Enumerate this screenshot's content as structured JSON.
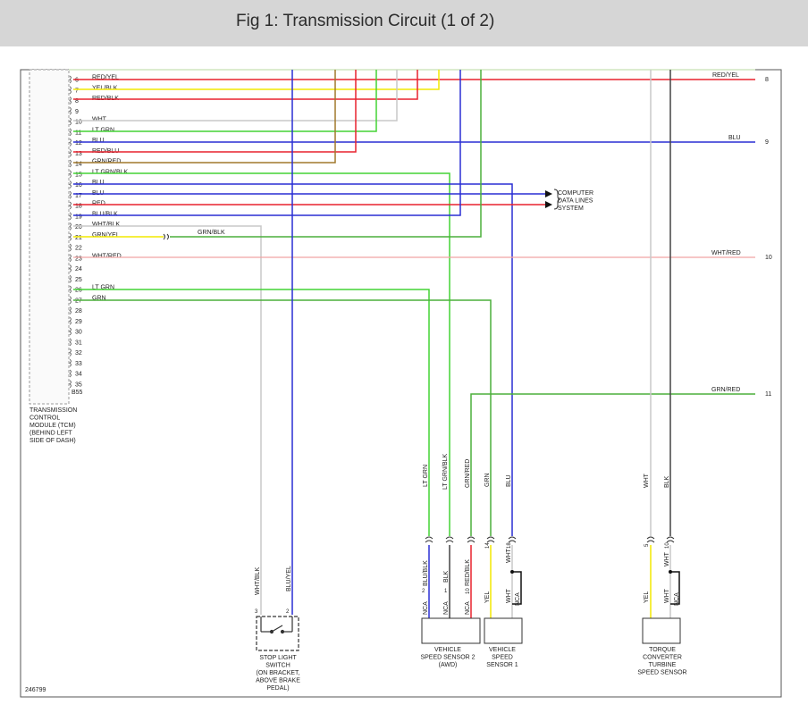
{
  "title": "Fig 1: Transmission Circuit (1 of 2)",
  "figure_id": "246799",
  "colors": {
    "RED": "#e8222e",
    "YEL": "#f2e800",
    "BLK": "#444444",
    "WHT": "#c8c8c8",
    "LT GRN": "#44d435",
    "GRN": "#4caf3b",
    "BLU": "#2a2fd4",
    "WHT/RED": "#f0a4a4"
  },
  "tcm": {
    "label_lines": [
      "TRANSMISSION",
      "CONTROL",
      "MODULE (TCM)",
      "(BEHIND LEFT",
      "SIDE OF DASH)"
    ],
    "last_pin": "B55"
  },
  "tcm_pins": [
    {
      "pin": "6",
      "wire": "RED/YEL",
      "color": "RED"
    },
    {
      "pin": "7",
      "wire": "YEL/BLK",
      "color": "YEL"
    },
    {
      "pin": "8",
      "wire": "RED/BLK",
      "color": "RED"
    },
    {
      "pin": "9",
      "wire": "",
      "color": ""
    },
    {
      "pin": "10",
      "wire": "WHT",
      "color": "WHT"
    },
    {
      "pin": "11",
      "wire": "LT GRN",
      "color": "LT GRN"
    },
    {
      "pin": "12",
      "wire": "BLU",
      "color": "BLU"
    },
    {
      "pin": "13",
      "wire": "RED/BLU",
      "color": "RED"
    },
    {
      "pin": "14",
      "wire": "GRN/RED",
      "color": "GRN"
    },
    {
      "pin": "15",
      "wire": "LT GRN/BLK",
      "color": "LT GRN"
    },
    {
      "pin": "16",
      "wire": "BLU",
      "color": "BLU"
    },
    {
      "pin": "17",
      "wire": "BLU",
      "color": "BLU"
    },
    {
      "pin": "18",
      "wire": "RED",
      "color": "RED"
    },
    {
      "pin": "19",
      "wire": "BLU/BLK",
      "color": "BLU"
    },
    {
      "pin": "20",
      "wire": "WHT/BLK",
      "color": "WHT"
    },
    {
      "pin": "21",
      "wire": "GRN/YEL",
      "color": "YEL"
    },
    {
      "pin": "22",
      "wire": "",
      "color": ""
    },
    {
      "pin": "23",
      "wire": "WHT/RED",
      "color": "WHT/RED"
    },
    {
      "pin": "24",
      "wire": "",
      "color": ""
    },
    {
      "pin": "25",
      "wire": "",
      "color": ""
    },
    {
      "pin": "26",
      "wire": "LT GRN",
      "color": "LT GRN"
    },
    {
      "pin": "27",
      "wire": "GRN",
      "color": "GRN"
    },
    {
      "pin": "28",
      "wire": "",
      "color": ""
    },
    {
      "pin": "29",
      "wire": "",
      "color": ""
    },
    {
      "pin": "30",
      "wire": "",
      "color": ""
    },
    {
      "pin": "31",
      "wire": "",
      "color": ""
    },
    {
      "pin": "32",
      "wire": "",
      "color": ""
    },
    {
      "pin": "33",
      "wire": "",
      "color": ""
    },
    {
      "pin": "34",
      "wire": "",
      "color": ""
    },
    {
      "pin": "35",
      "wire": "",
      "color": ""
    }
  ],
  "right_edge": [
    {
      "wire": "RED/YEL",
      "ref": "8"
    },
    {
      "wire": "BLU",
      "ref": "9"
    },
    {
      "wire": "WHT/RED",
      "ref": "10"
    },
    {
      "wire": "GRN/RED",
      "ref": "11"
    }
  ],
  "computer_data_lines": [
    "COMPUTER",
    "DATA LINES",
    "SYSTEM"
  ],
  "splice_wire": "GRN/BLK",
  "vertical_labels": {
    "stop_light_left": "WHT/BLK",
    "stop_light_right": "BLU/YEL",
    "vss2_top_left": "LT GRN",
    "vss2_top_right": "LT GRN/BLK",
    "vss2_top_red": "GRN/RED",
    "vss1_top_left": "GRN",
    "vss1_top_right": "BLU",
    "tc_top_left": "WHT",
    "tc_top_right": "BLK",
    "vss2_bot_left": "BLU/BLK",
    "vss2_bot_mid": "BLK",
    "vss2_bot_right": "RED/BLK",
    "vss1_bot_left": "YEL",
    "vss1_bot_mid": "WHT",
    "tc_bot_left": "YEL",
    "tc_bot_right": "WHT",
    "nca": "NCA"
  },
  "pin_marks": {
    "ss_left": "3",
    "ss_right": "2",
    "vss2_1": "2",
    "vss2_2": "1",
    "vss2_3": "10",
    "vss1_1": "14",
    "vss1_2": "18",
    "tc_1": "5",
    "tc_2": "10"
  },
  "components": {
    "stop_light_switch": [
      "STOP LIGHT",
      "SWITCH",
      "(ON BRACKET,",
      "ABOVE BRAKE",
      "PEDAL)"
    ],
    "vss2": [
      "VEHICLE",
      "SPEED SENSOR 2",
      "(AWD)"
    ],
    "vss1": [
      "VEHICLE",
      "SPEED",
      "SENSOR 1"
    ],
    "tcts": [
      "TORQUE",
      "CONVERTER",
      "TURBINE",
      "SPEED SENSOR"
    ]
  }
}
